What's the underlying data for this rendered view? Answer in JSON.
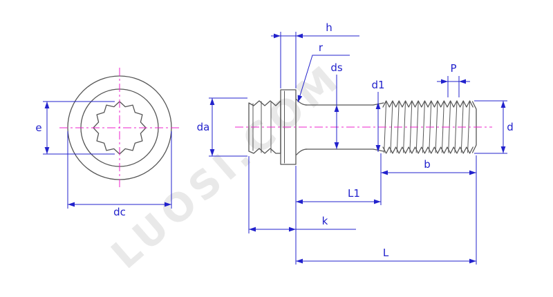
{
  "drawing": {
    "watermark": "LUOSI.COM",
    "labels": {
      "e": "e",
      "dc": "dc",
      "da": "da",
      "h": "h",
      "r": "r",
      "ds": "ds",
      "d1": "d1",
      "P": "P",
      "d": "d",
      "b": "b",
      "L1": "L1",
      "k": "k",
      "L": "L"
    }
  },
  "colors": {
    "outline": "#555555",
    "dimension": "#2222cc",
    "centerline": "#ee22cc",
    "watermark": "#d8d8d8",
    "background": "#ffffff"
  }
}
